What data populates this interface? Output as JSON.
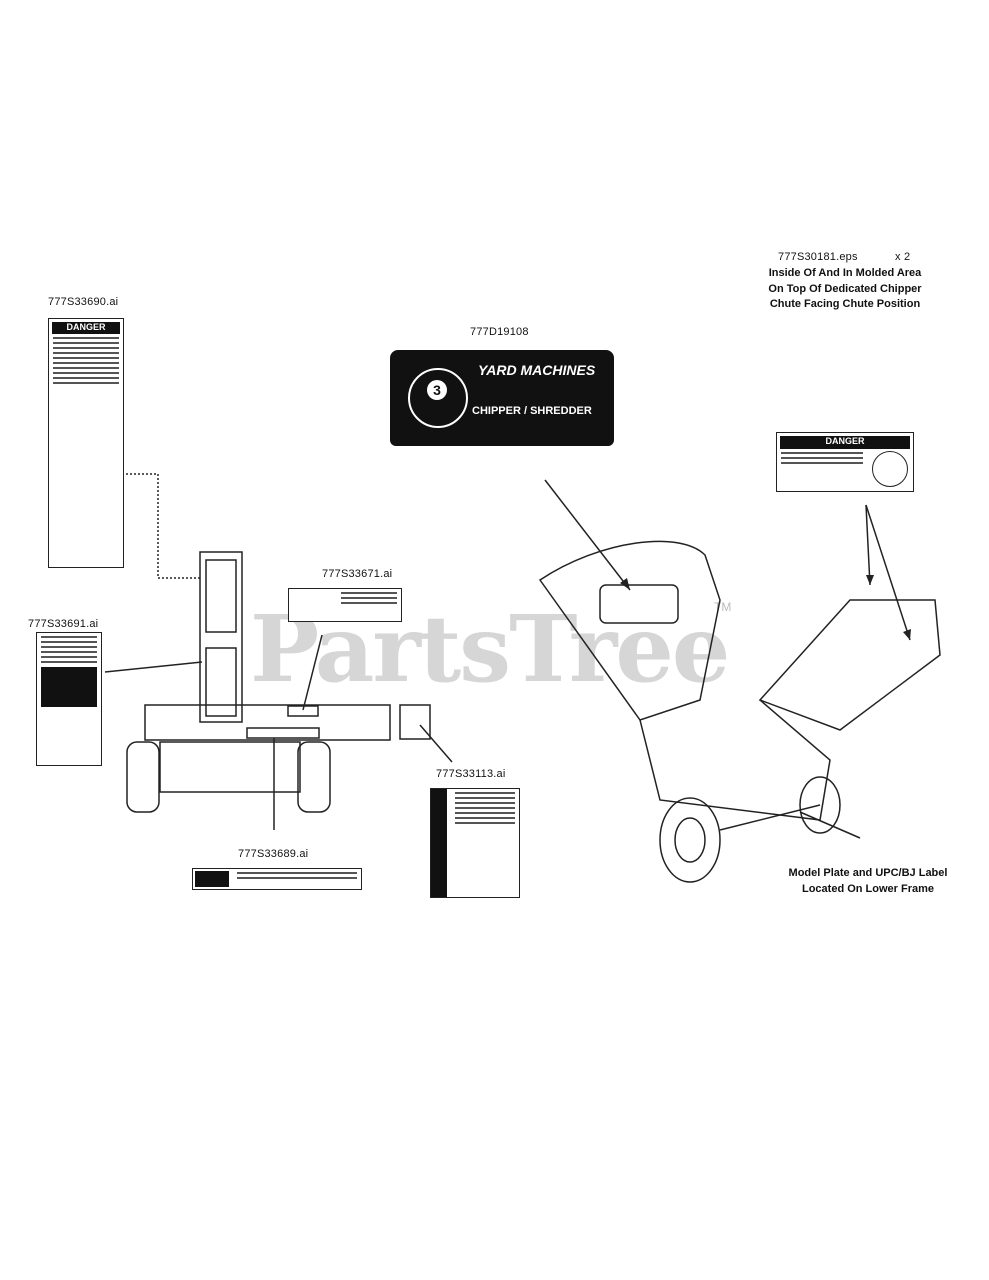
{
  "watermark": {
    "text": "PartsTree",
    "tm": "TM"
  },
  "banner": {
    "part_number": "777D19108",
    "brand": "YARD MACHINES",
    "title": "CHIPPER / SHREDDER",
    "badge_number": "3"
  },
  "labels": {
    "l_33690": "777S33690.ai",
    "l_33691": "777S33691.ai",
    "l_33671": "777S33671.ai",
    "l_33113": "777S33113.ai",
    "l_33689": "777S33689.ai",
    "l_30181": "777S30181.eps",
    "l_30181_qty": "x 2"
  },
  "notes": {
    "inside_line1": "Inside Of And In Molded Area",
    "inside_line2": "On Top Of Dedicated Chipper",
    "inside_line3": "Chute Facing Chute Position",
    "model_line1": "Model Plate and UPC/BJ Label",
    "model_line2": "Located On Lower Frame"
  },
  "decals": {
    "danger_header": "DANGER"
  }
}
